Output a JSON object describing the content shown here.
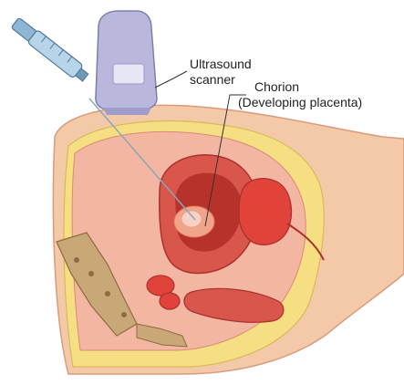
{
  "labels": {
    "ultrasound_line1": "Ultrasound",
    "ultrasound_line2": "scanner",
    "chorion_line1": "Chorion",
    "chorion_line2": "(Developing placenta)"
  },
  "colors": {
    "skin": "#f3c9a8",
    "fat": "#f6df83",
    "uterus_wall": "#d9564b",
    "uterine_cavity": "#b8322c",
    "chorion": "#f0a48a",
    "bladder": "#e1433a",
    "bone": "#c9a877",
    "scanner": "#b9b8dc",
    "syringe": "#8fb7d4"
  },
  "icons": {
    "syringe": "syringe-icon",
    "scanner": "ultrasound-probe-icon"
  }
}
